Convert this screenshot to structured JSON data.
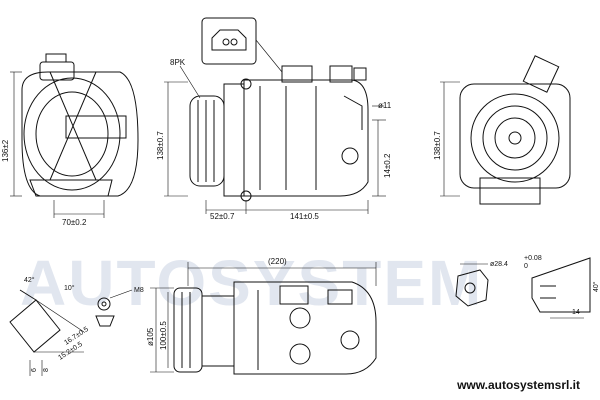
{
  "watermark": "AUTOSYSTEM",
  "website": "www.autosystemsrl.it",
  "dimensions": {
    "left_height": "136±2",
    "left_width": "70±0.2",
    "belt": "8PK",
    "main_height": "138±0.7",
    "main_offset": "52±0.7",
    "main_length": "141±0.5",
    "port_diameter": "ø11",
    "port_offset": "14±0.2",
    "right_height": "138±0.7",
    "total_length": "(220)",
    "pulley_diameter": "ø105",
    "pulley_inner": "100±0.5",
    "mount_angle": "42°",
    "mount_angle2": "10°",
    "bolt_thread": "M8",
    "mount_dist1": "16.7±0.5",
    "mount_dist2": "15.2±0.5",
    "mount_w1": "6",
    "mount_w2": "8",
    "fitting_diameter": "ø28.4",
    "fitting_tolerance_plus": "+0.08",
    "fitting_tolerance_minus": "0",
    "fitting_angle": "40°",
    "fitting_width": "14"
  }
}
